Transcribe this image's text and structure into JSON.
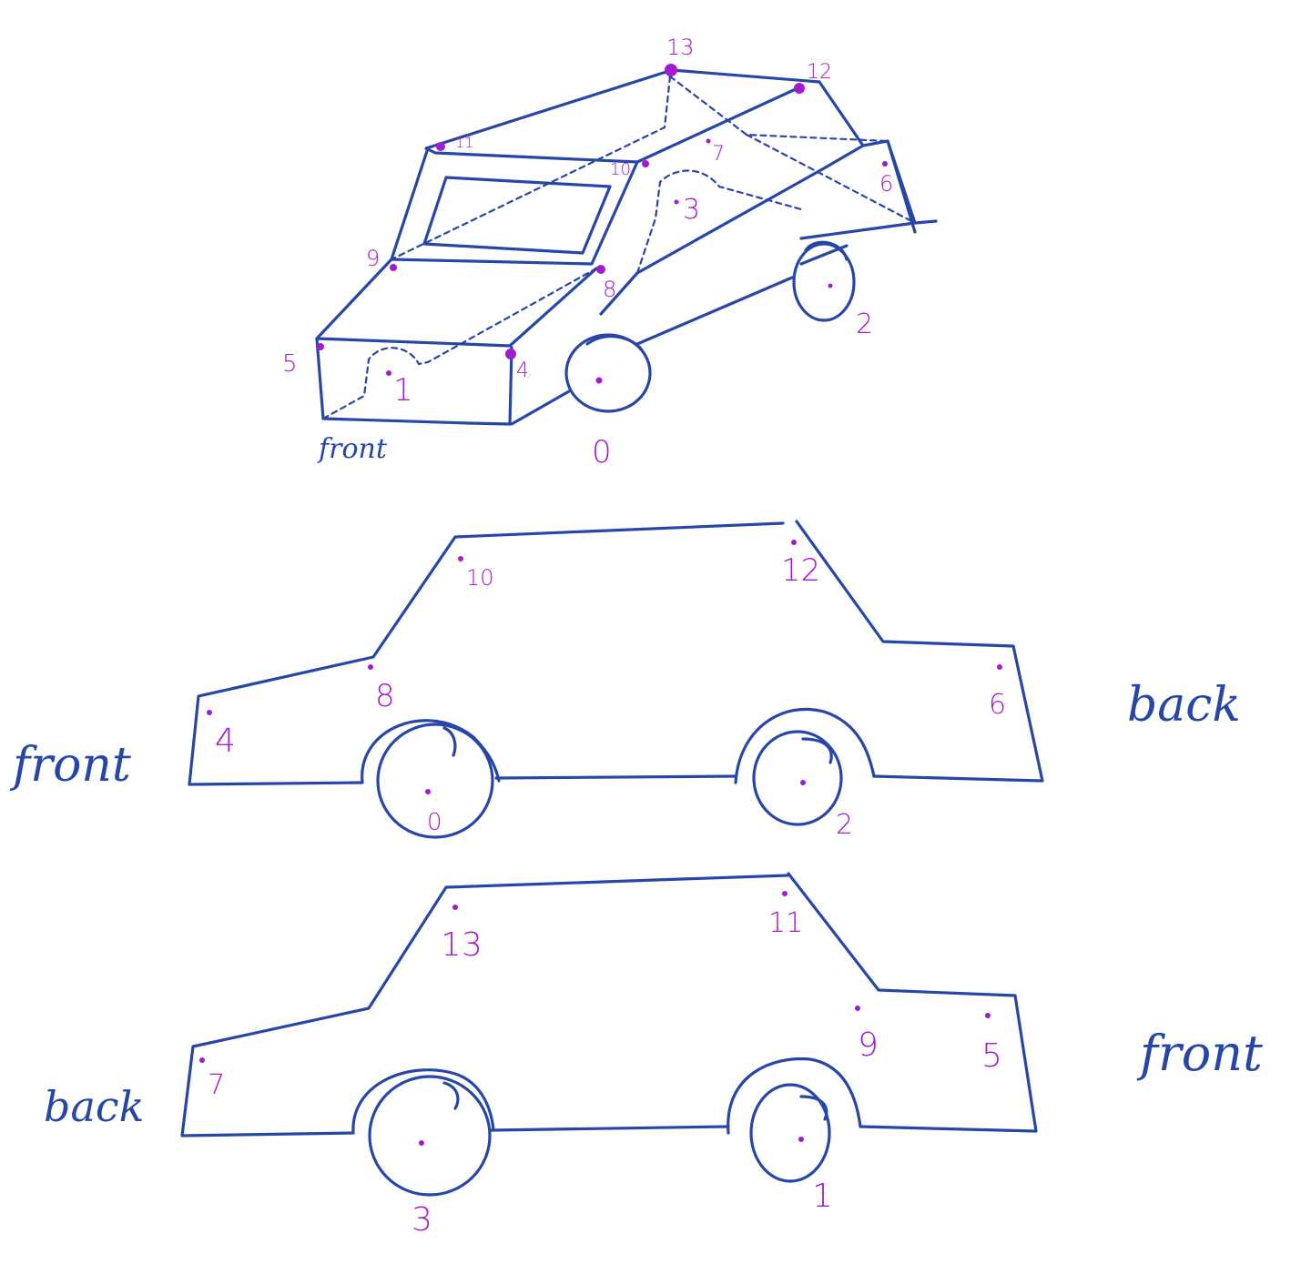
{
  "views": {
    "iso": {
      "front_label": "front",
      "keypoints": [
        "0",
        "1",
        "2",
        "3",
        "4",
        "5",
        "6",
        "7",
        "8",
        "9",
        "10",
        "11",
        "12",
        "13"
      ]
    },
    "side_right": {
      "left_label": "front",
      "right_label": "back",
      "keypoints": [
        "0",
        "2",
        "4",
        "6",
        "8",
        "10",
        "12"
      ]
    },
    "side_left": {
      "left_label": "back",
      "right_label": "front",
      "keypoints": [
        "1",
        "3",
        "5",
        "7",
        "9",
        "11",
        "13"
      ]
    }
  },
  "colors": {
    "ink": "#2747a8",
    "keypoint": "#a31ad0"
  }
}
